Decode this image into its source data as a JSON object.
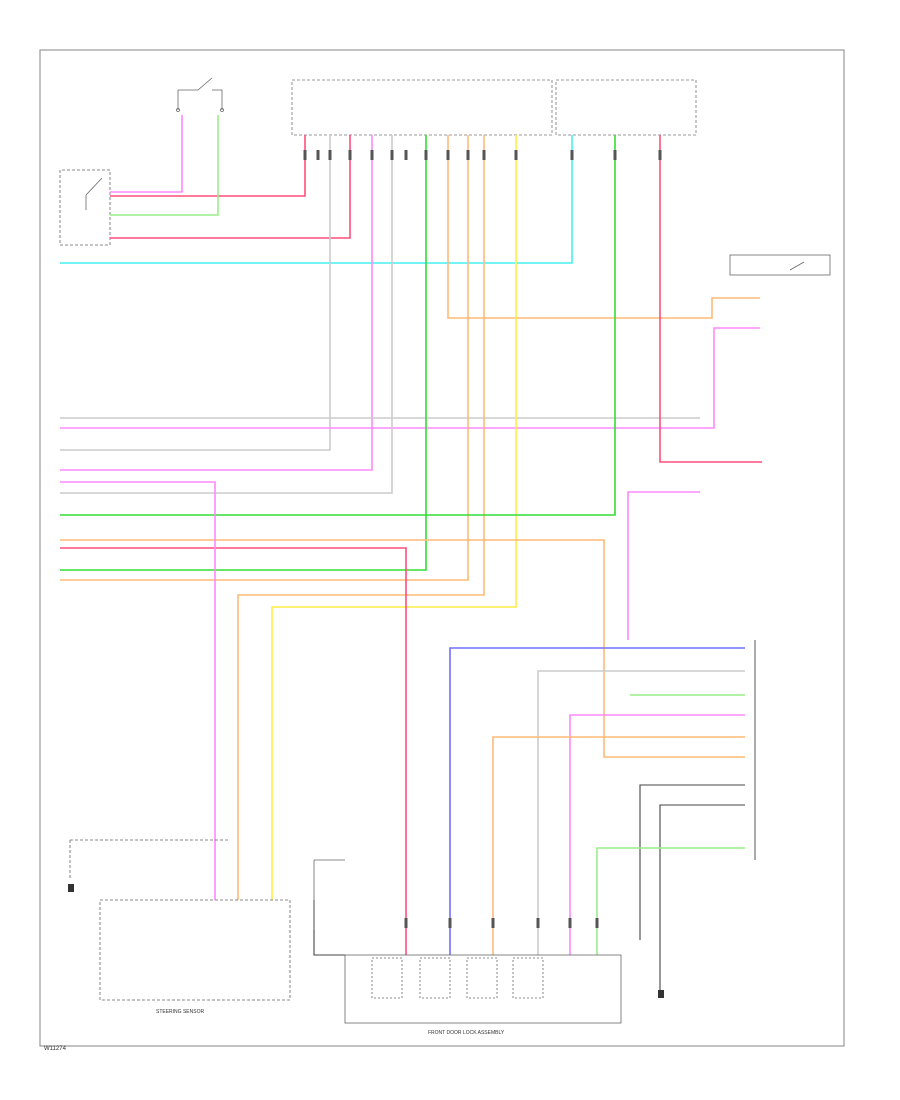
{
  "diagram": {
    "labels": {
      "door_lock_assembly": "FRONT DOOR LOCK ASSEMBLY",
      "steering_sensor": "STEERING SENSOR"
    },
    "page_code": "W11274",
    "wire_colors": {
      "pink": "#ff88ff",
      "red": "#ff4f7a",
      "green": "#33dd33",
      "light_green": "#99ee88",
      "cyan": "#44f0f0",
      "orange": "#ffbb77",
      "yellow": "#ffee44",
      "blue": "#7070ff",
      "gray": "#cccccc",
      "dark": "#444444",
      "frame": "#888888"
    }
  }
}
